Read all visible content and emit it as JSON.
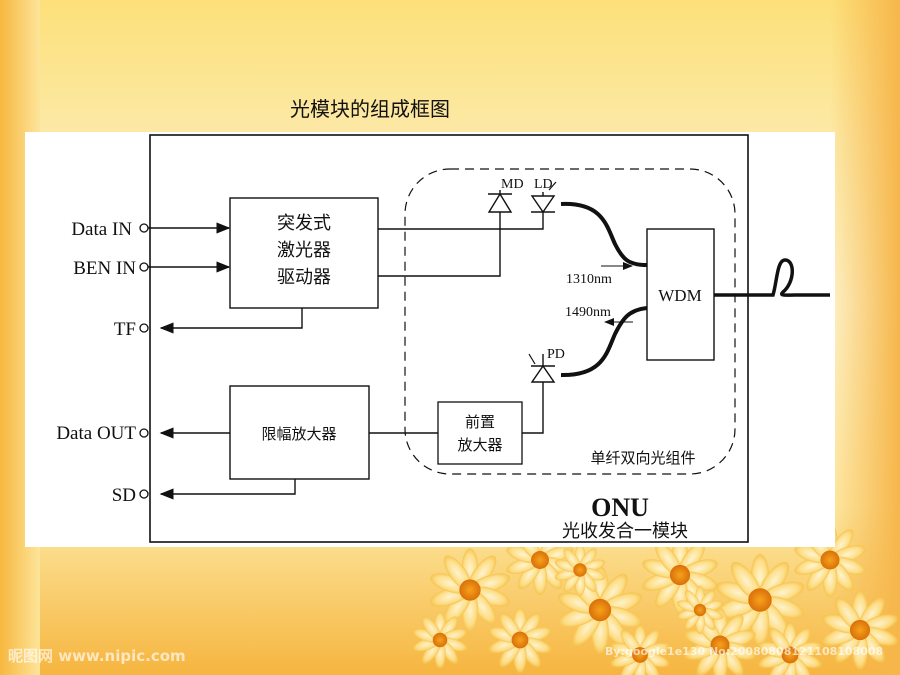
{
  "slide": {
    "title": "光模块的组成框图"
  },
  "diagram": {
    "ports": {
      "data_in": "Data IN",
      "ben_in": "BEN IN",
      "tf": "TF",
      "data_out": "Data OUT",
      "sd": "SD"
    },
    "driver_block": {
      "line1": "突发式",
      "line2": "激光器",
      "line3": "驱动器"
    },
    "limiting_amp": "限幅放大器",
    "preamp": {
      "line1": "前置",
      "line2": "放大器"
    },
    "diodes": {
      "md": "MD",
      "ld": "LD",
      "pd": "PD"
    },
    "wdm": "WDM",
    "wavelength_tx": "1310nm",
    "wavelength_rx": "1490nm",
    "bosa_label": "单纤双向光组件",
    "module_name": "ONU",
    "module_desc": "光收发合一模块"
  },
  "watermarks": {
    "left": "昵图网 www.nipic.com",
    "right": "By:google1e130 No:20080808121108108008"
  }
}
